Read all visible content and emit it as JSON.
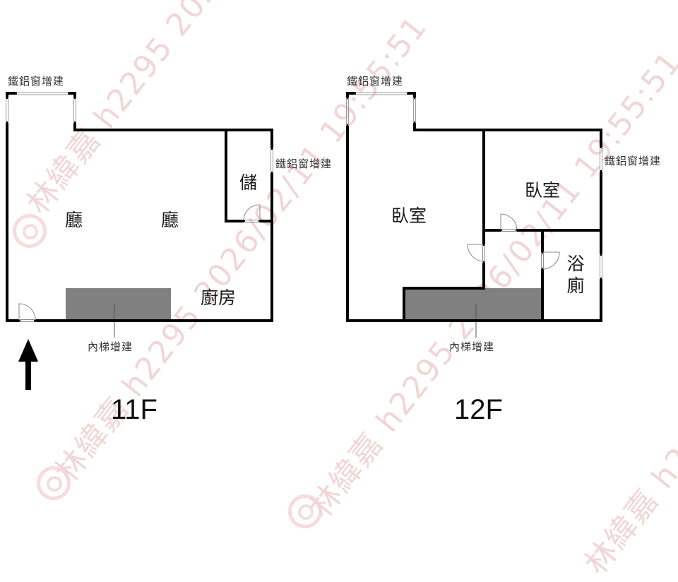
{
  "watermark": {
    "owner": "林緯嘉",
    "agent_id": "h2295",
    "timestamp": "2026/02/11 19:55:51",
    "color": "#f1d6d6"
  },
  "compass": {
    "direction_icon": "arrow-up-icon",
    "color": "#000000"
  },
  "floors": [
    {
      "label": "11F",
      "window_labels": {
        "top": "鐵鋁窗增建",
        "right": "鐵鋁窗增建"
      },
      "rooms": {
        "living_1": "廳",
        "living_2": "廳",
        "storage": "儲",
        "kitchen": "廚房"
      },
      "stair_label": "內梯增建",
      "stair_color": "#808080"
    },
    {
      "label": "12F",
      "window_labels": {
        "top": "鐵鋁窗增建",
        "right": "鐵鋁窗增建"
      },
      "rooms": {
        "bedroom_1": "臥室",
        "bedroom_2": "臥室",
        "bathroom": "浴廁"
      },
      "stair_label": "內梯增建",
      "stair_color": "#808080"
    }
  ],
  "colors": {
    "wall": "#000000",
    "window_line": "#9a9a9a",
    "door_arc": "#8a8a8a",
    "background": "#ffffff"
  }
}
